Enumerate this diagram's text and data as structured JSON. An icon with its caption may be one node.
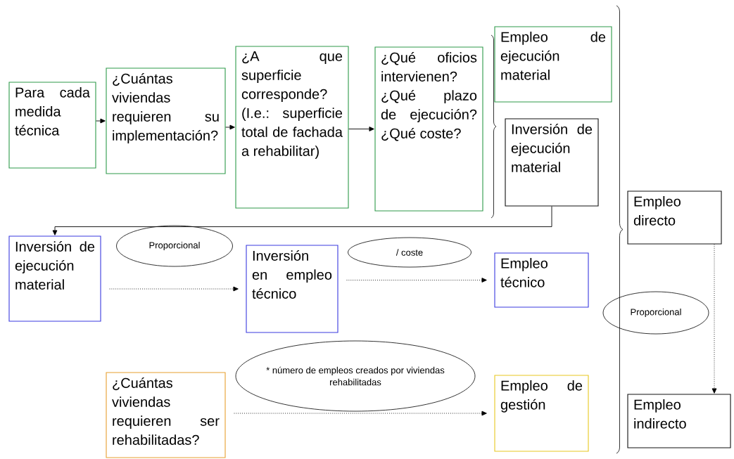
{
  "diagram": {
    "nodes": [
      {
        "text": [
          "Para cada medida técnica"
        ]
      },
      {
        "text": [
          "¿Cuántas viviendas requieren su implementación?"
        ]
      },
      {
        "text": [
          "¿A que superficie corresponde? (I.e.: superficie total de fachada a rehabilitar)"
        ]
      },
      {
        "text": [
          "¿Qué oficios intervienen? ¿Qué plazo de ejecución? ¿Qué coste?"
        ]
      },
      {
        "text": [
          "Empleo de ejecución material"
        ]
      },
      {
        "text": [
          "Inversión de ejecución material"
        ]
      },
      {
        "text": [
          "Inversión de ejecución material"
        ]
      },
      {
        "text": [
          "Proporcional"
        ]
      },
      {
        "text": [
          "Inversión en empleo técnico"
        ]
      },
      {
        "text": [
          "/ coste"
        ]
      },
      {
        "text": [
          "Empleo técnico"
        ]
      },
      {
        "text": [
          "* número de empleos creados por viviendas rehabilitadas"
        ]
      },
      {
        "text": [
          "¿Cuántas viviendas requieren ser rehabilitadas?"
        ]
      },
      {
        "text": [
          "Empleo de gestión"
        ]
      },
      {
        "text": [
          "Empleo directo"
        ]
      },
      {
        "text": [
          "Proporcional"
        ]
      },
      {
        "text": [
          "Empleo indirecto"
        ]
      }
    ],
    "edges": [
      {
        "from": 0,
        "to": 1,
        "arrow": "to"
      },
      {
        "from": 1,
        "to": 2,
        "arrow": "to"
      },
      {
        "from": 2,
        "to": 3,
        "arrow": "to"
      },
      {
        "from": 5,
        "to": 6,
        "arrow": "to"
      },
      {
        "from": 6,
        "to": 8,
        "arrow": "to",
        "style": "dashed"
      },
      {
        "from": 8,
        "to": 10,
        "arrow": "to",
        "style": "dashed"
      },
      {
        "from": 12,
        "to": 13,
        "arrow": "to",
        "style": "dashed"
      },
      {
        "from": 14,
        "to": 16,
        "arrow": "to",
        "style": "dashed"
      }
    ]
  }
}
